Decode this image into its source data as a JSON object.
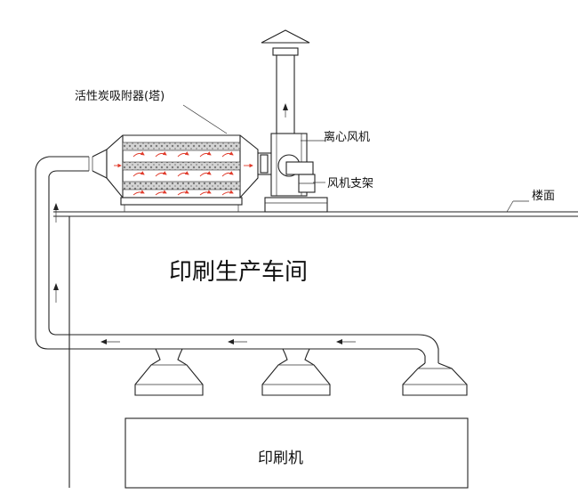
{
  "labels": {
    "adsorber": "活性炭吸附器(塔)",
    "centrifugal_fan": "离心风机",
    "fan_support": "风机支架",
    "floor": "楼面",
    "workshop": "印刷生产车间",
    "printing_machine": "印刷机"
  },
  "colors": {
    "line": "#222222",
    "airflow_arrow": "#e03a2a",
    "carbon_bed": "#bdbdbd",
    "background": "#ffffff"
  },
  "icons": [
    "airflow-arrow-icon",
    "flow-direction-arrow-icon"
  ]
}
